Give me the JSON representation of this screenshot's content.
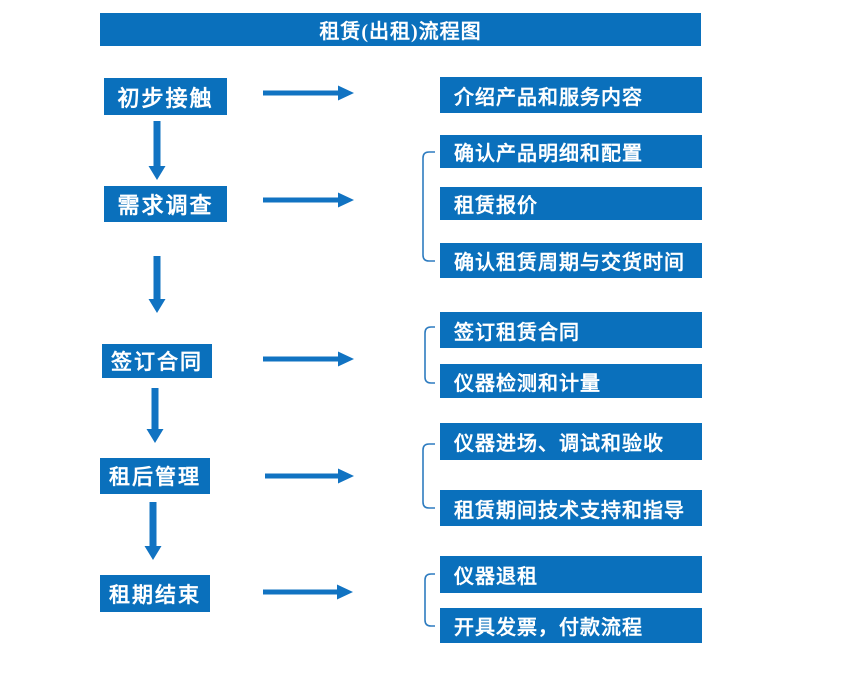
{
  "title": "租赁(出租)流程图",
  "colors": {
    "box_blue": "#0a70bc",
    "arrow_blue": "#1173c2",
    "bracket_blue": "#2e7cc0",
    "text_white": "#ffffff"
  },
  "flow": {
    "steps": [
      {
        "label": "初步接触",
        "outputs": [
          "介绍产品和服务内容"
        ]
      },
      {
        "label": "需求调查",
        "outputs": [
          "确认产品明细和配置",
          "租赁报价",
          "确认租赁周期与交货时间"
        ]
      },
      {
        "label": "签订合同",
        "outputs": [
          "签订租赁合同",
          "仪器检测和计量"
        ]
      },
      {
        "label": "租后管理",
        "outputs": [
          "仪器进场、调试和验收",
          "租赁期间技术支持和指导"
        ]
      },
      {
        "label": "租期结束",
        "outputs": [
          "仪器退租",
          "开具发票，付款流程"
        ]
      }
    ]
  }
}
